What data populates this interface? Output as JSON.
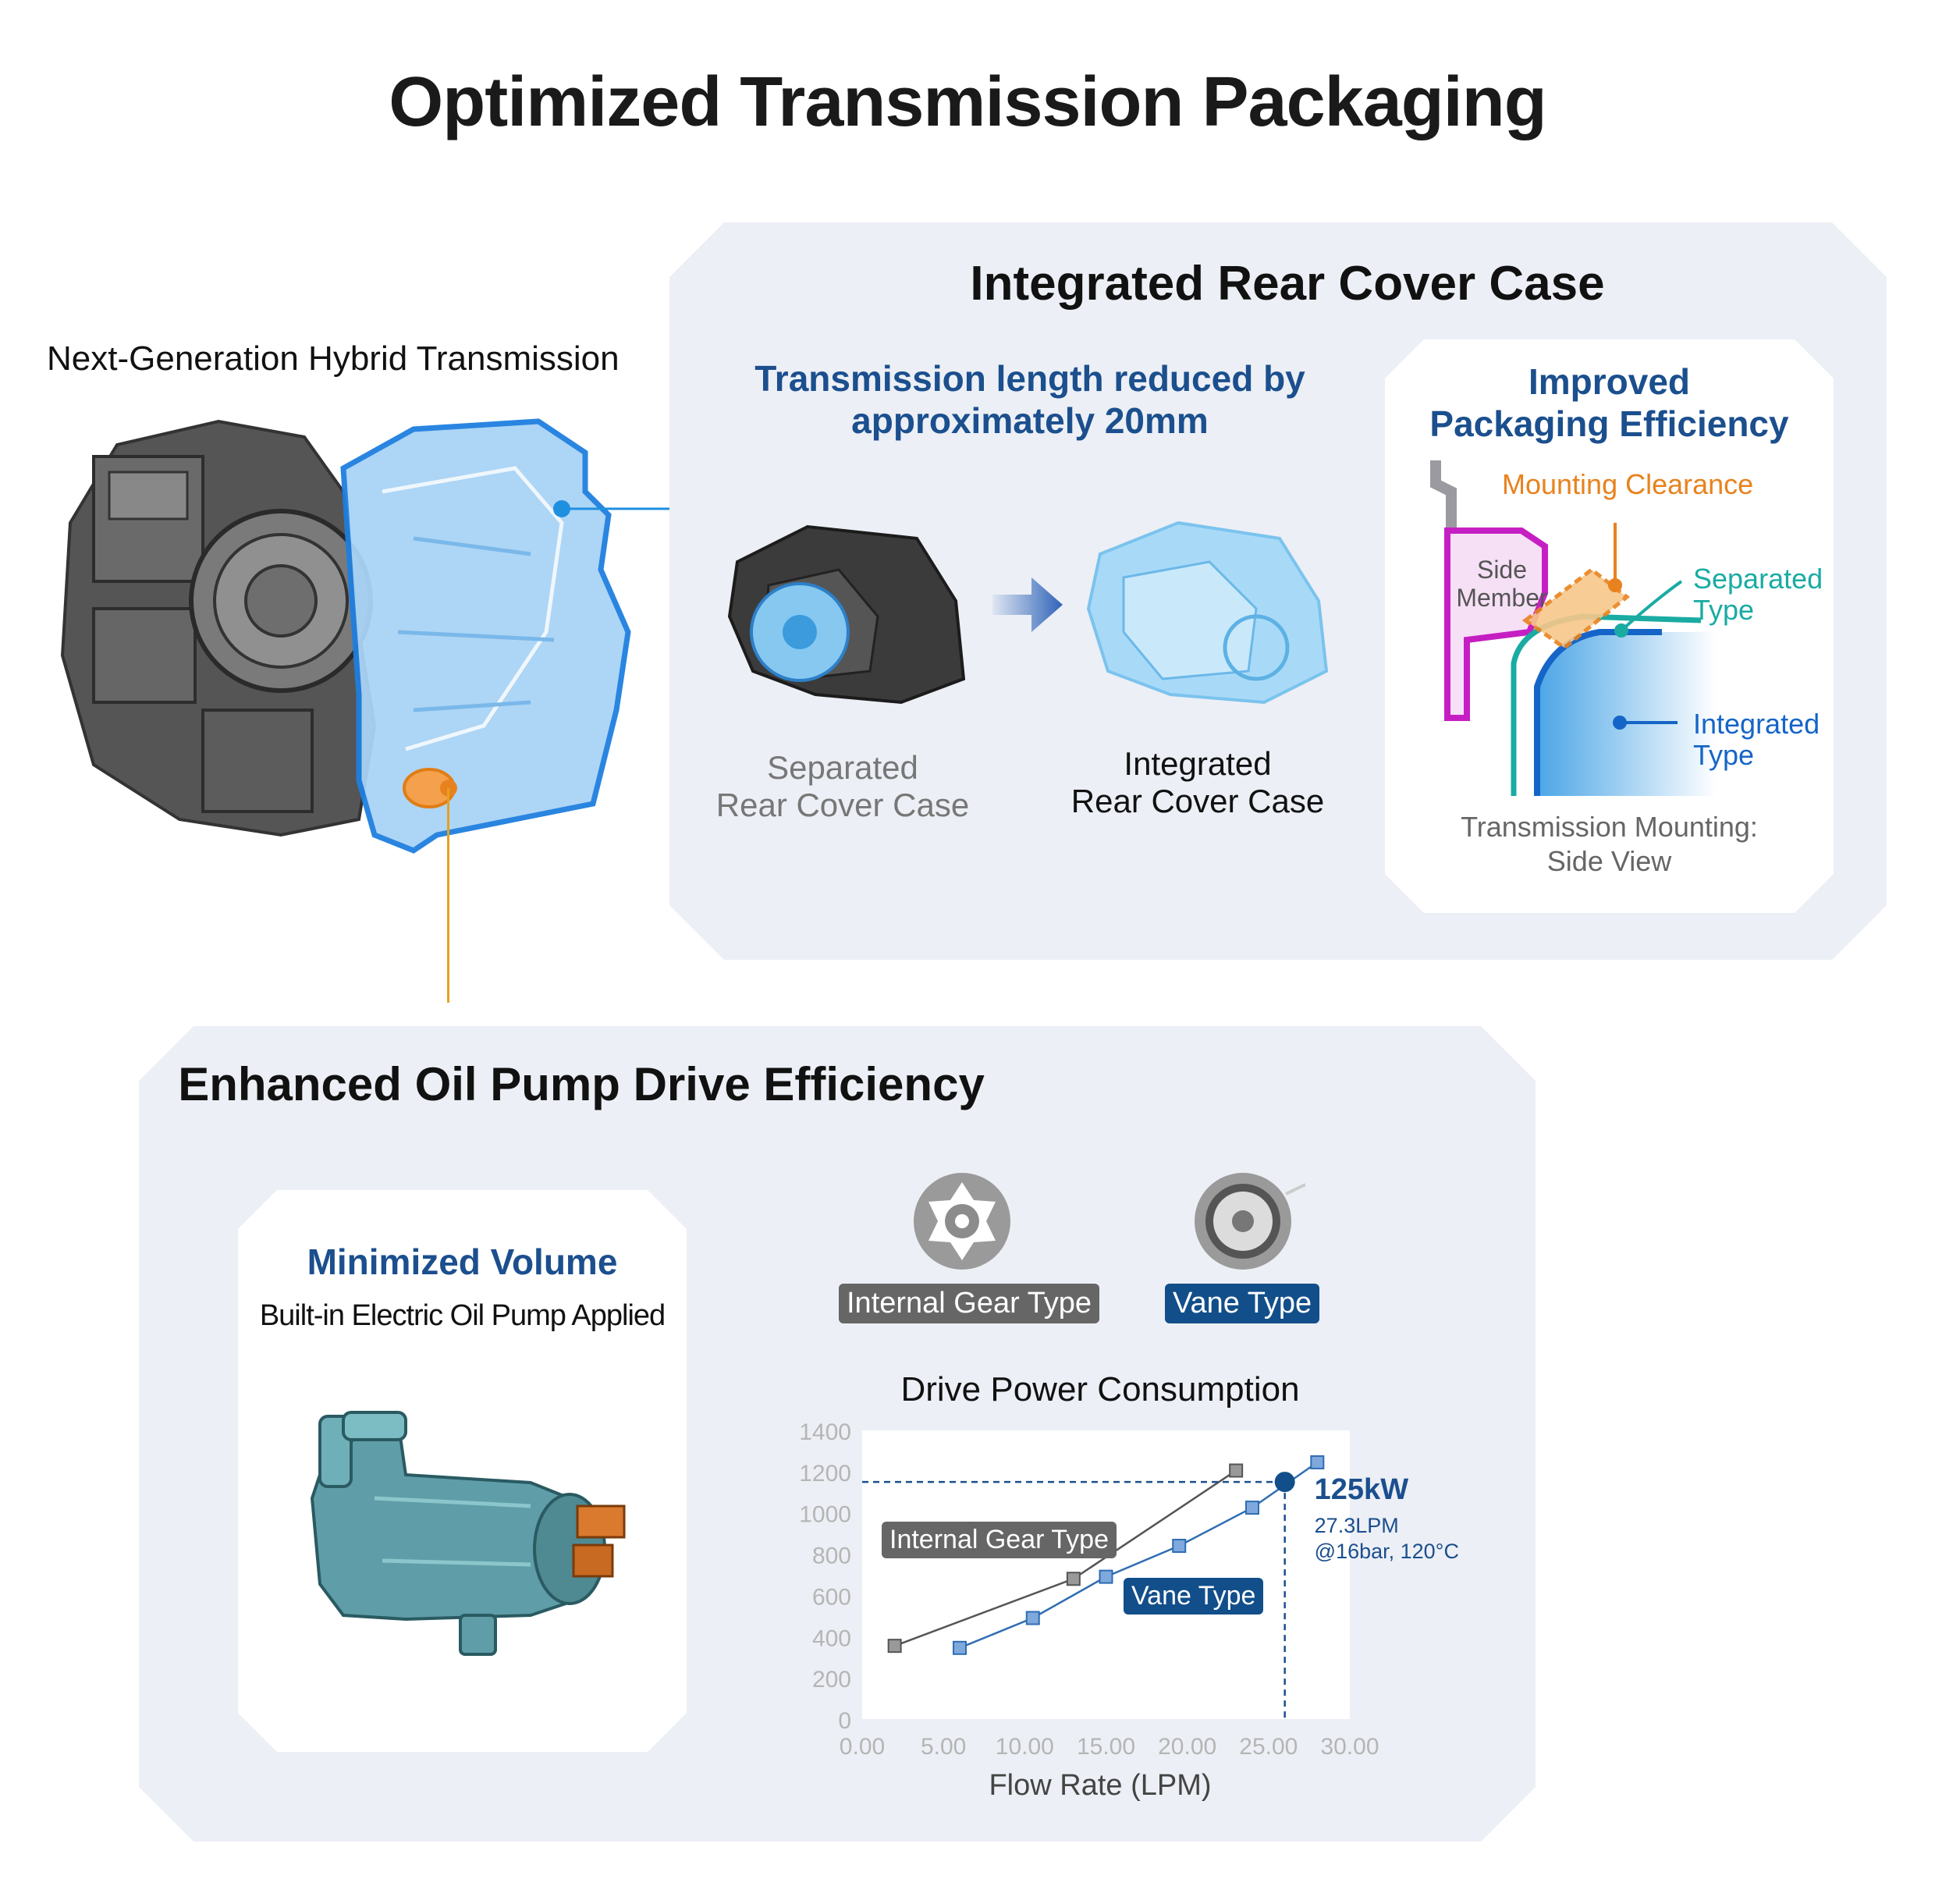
{
  "title": "Optimized Transmission Packaging",
  "left": {
    "label": "Next-Generation Hybrid Transmission"
  },
  "rear_cover": {
    "heading": "Integrated Rear Cover Case",
    "reduction_line1": "Transmission length reduced by",
    "reduction_line2": "approximately 20mm",
    "separated_line1": "Separated",
    "separated_line2": "Rear Cover Case",
    "integrated_line1": "Integrated",
    "integrated_line2": "Rear Cover Case",
    "card": {
      "heading_line1": "Improved",
      "heading_line2": "Packaging Efficiency",
      "mounting_clearance": "Mounting Clearance",
      "side_member_line1": "Side",
      "side_member_line2": "Member",
      "separated_type_line1": "Separated",
      "separated_type_line2": "Type",
      "integrated_type_line1": "Integrated",
      "integrated_type_line2": "Type",
      "caption_line1": "Transmission Mounting:",
      "caption_line2": "Side View"
    }
  },
  "oil_pump": {
    "heading": "Enhanced Oil Pump Drive Efficiency",
    "card_heading": "Minimized Volume",
    "card_subtitle": "Built-in Electric Oil Pump Applied",
    "internal_gear_label": "Internal Gear Type",
    "vane_label": "Vane Type"
  },
  "colors": {
    "panel": "#eceff5",
    "blue_heading": "#1b4f8e",
    "orange": "#e8821e",
    "teal": "#1aaba3",
    "magenta": "#c51fc4",
    "vane_blue": "#124e8a"
  },
  "chart_data": {
    "type": "line",
    "title": "Drive Power Consumption",
    "xlabel": "Flow Rate (LPM)",
    "ylabel": "",
    "xlim": [
      0,
      30
    ],
    "ylim": [
      0,
      1400
    ],
    "x_ticks": [
      "0.00",
      "5.00",
      "10.00",
      "15.00",
      "20.00",
      "25.00",
      "30.00"
    ],
    "y_ticks": [
      "0",
      "200",
      "400",
      "600",
      "800",
      "1000",
      "1200",
      "1400"
    ],
    "series": [
      {
        "name": "Internal Gear Type",
        "color": "#555555",
        "marker_color": "#999999",
        "x": [
          2.0,
          13.0,
          23.0
        ],
        "y": [
          355,
          680,
          1205
        ]
      },
      {
        "name": "Vane Type",
        "color": "#2f6db3",
        "marker_color": "#7fa8dc",
        "x": [
          6.0,
          10.5,
          15.0,
          19.5,
          24.0,
          28.0
        ],
        "y": [
          345,
          490,
          690,
          840,
          1025,
          1245
        ]
      }
    ],
    "annotation": {
      "x": 26.0,
      "y": 1150,
      "value_label": "125kW",
      "detail_line1": "27.3LPM",
      "detail_line2": "@16bar, 120°C"
    }
  }
}
